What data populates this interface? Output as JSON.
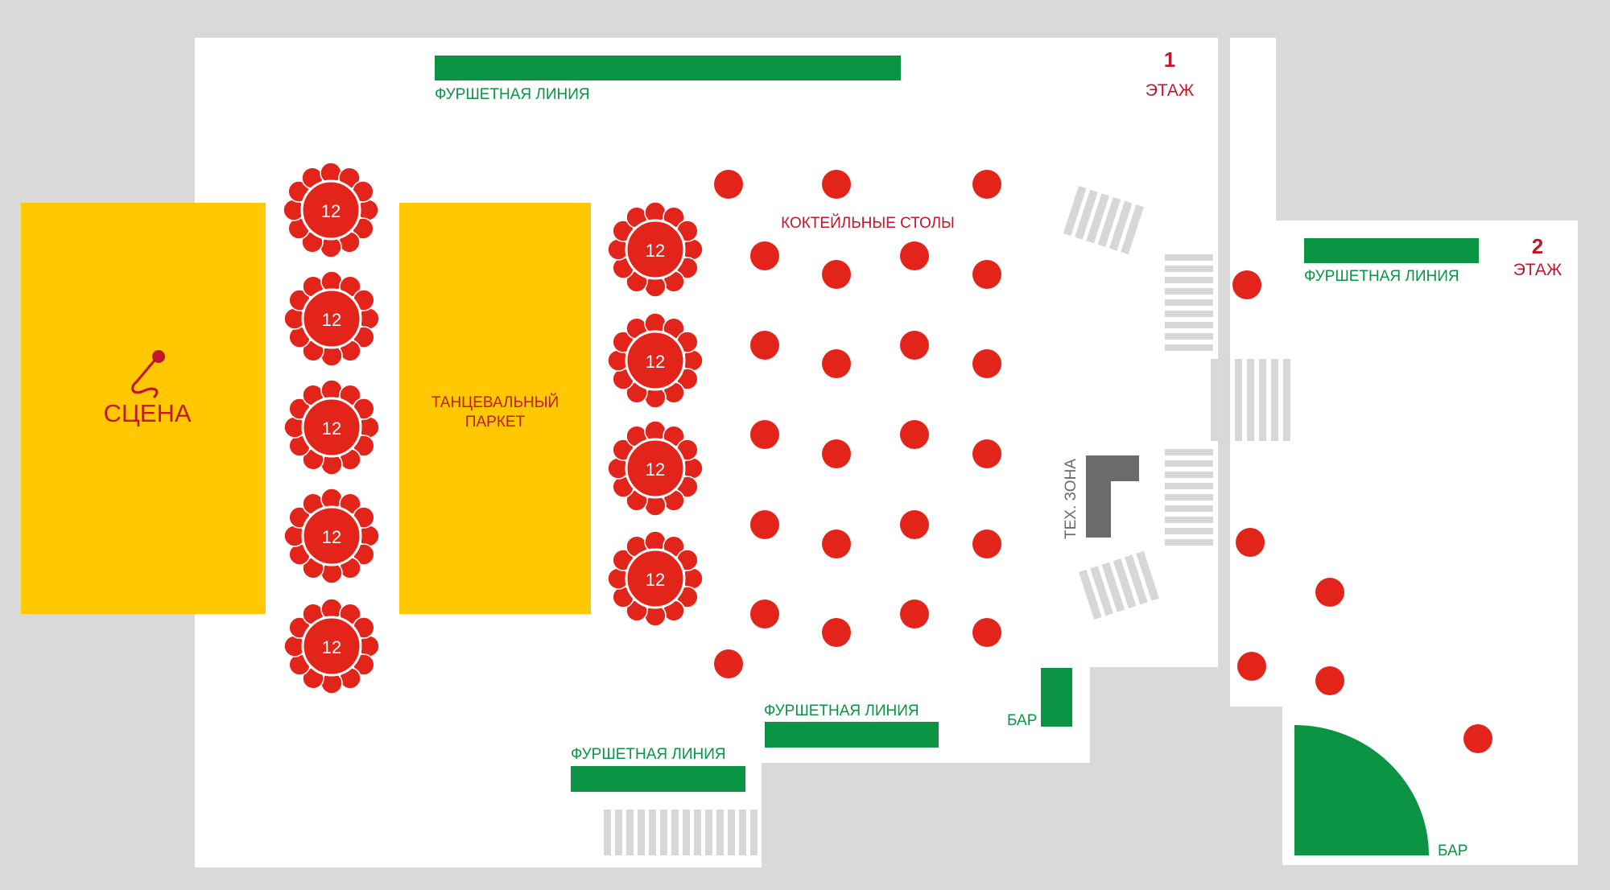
{
  "floor1": {
    "number": "1",
    "label": "ЭТАЖ"
  },
  "floor2": {
    "number": "2",
    "label": "ЭТАЖ"
  },
  "stage": {
    "label": "СЦЕНА",
    "icon": "microphone-icon"
  },
  "dance_floor": {
    "line1": "ТАНЦЕВАЛЬНЫЙ",
    "line2": "ПАРКЕТ"
  },
  "tech_zone": {
    "label": "ТЕХ. ЗОНА"
  },
  "cocktail": {
    "label": "КОКТЕЙЛЬНЫЕ СТОЛЫ"
  },
  "buffet_label": "ФУРШЕТНАЯ ЛИНИЯ",
  "bar_label": "БАР",
  "round_table": {
    "seats_label": "12",
    "count": 9
  },
  "colors": {
    "background": "#d9d9d9",
    "floor": "#ffffff",
    "stage_fill": "#ffc800",
    "table_red": "#e3241b",
    "label_red": "#c0182a",
    "buffet_green": "#0a9444",
    "stairs_gray": "#d7d7d7",
    "tech_gray": "#6b6b6b"
  }
}
